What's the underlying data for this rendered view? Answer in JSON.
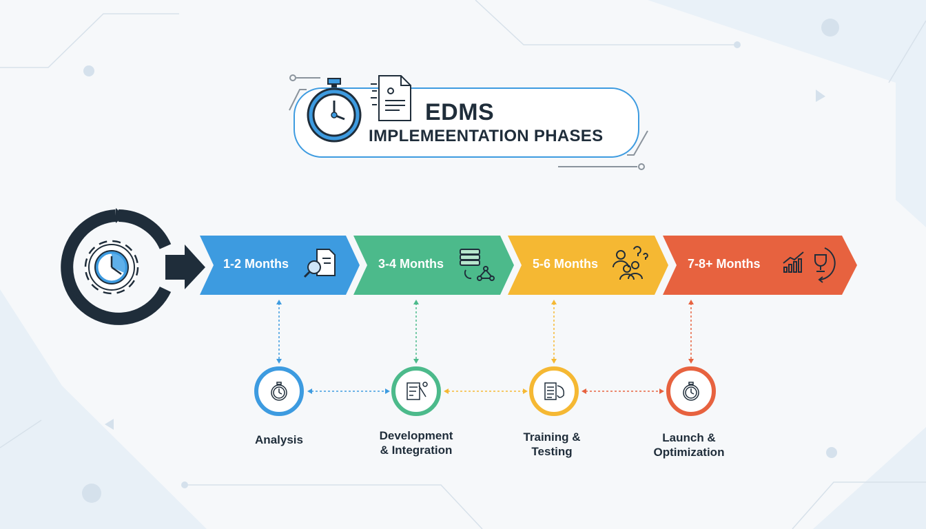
{
  "title": {
    "line1": "EDMS",
    "line2": "IMPLEMEENTATION PHASES"
  },
  "colors": {
    "blue": "#3d9be0",
    "green": "#4cba8b",
    "yellow": "#f5b833",
    "red": "#e7623f",
    "dark": "#1f2d3a"
  },
  "phases": [
    {
      "duration": "1-2 Months",
      "name": "Analysis",
      "icon": "magnifier-document-icon",
      "step_icon": "stopwatch-icon"
    },
    {
      "duration": "3-4 Months",
      "name": "Development & Integration",
      "icon": "database-network-icon",
      "step_icon": "tools-blueprint-icon"
    },
    {
      "duration": "5-6 Months",
      "name": "Training & Testing",
      "icon": "users-question-icon",
      "step_icon": "checklist-icon"
    },
    {
      "duration": "7-8+ Months",
      "name": "Launch & Optimization",
      "icon": "growth-trophy-icon",
      "step_icon": "stopwatch-icon"
    }
  ],
  "labels": {
    "p0a": "Analysis",
    "p1a": "Development",
    "p1b": "& Integration",
    "p2a": "Training &",
    "p2b": "Testing",
    "p3a": "Launch &",
    "p3b": "Optimization"
  }
}
